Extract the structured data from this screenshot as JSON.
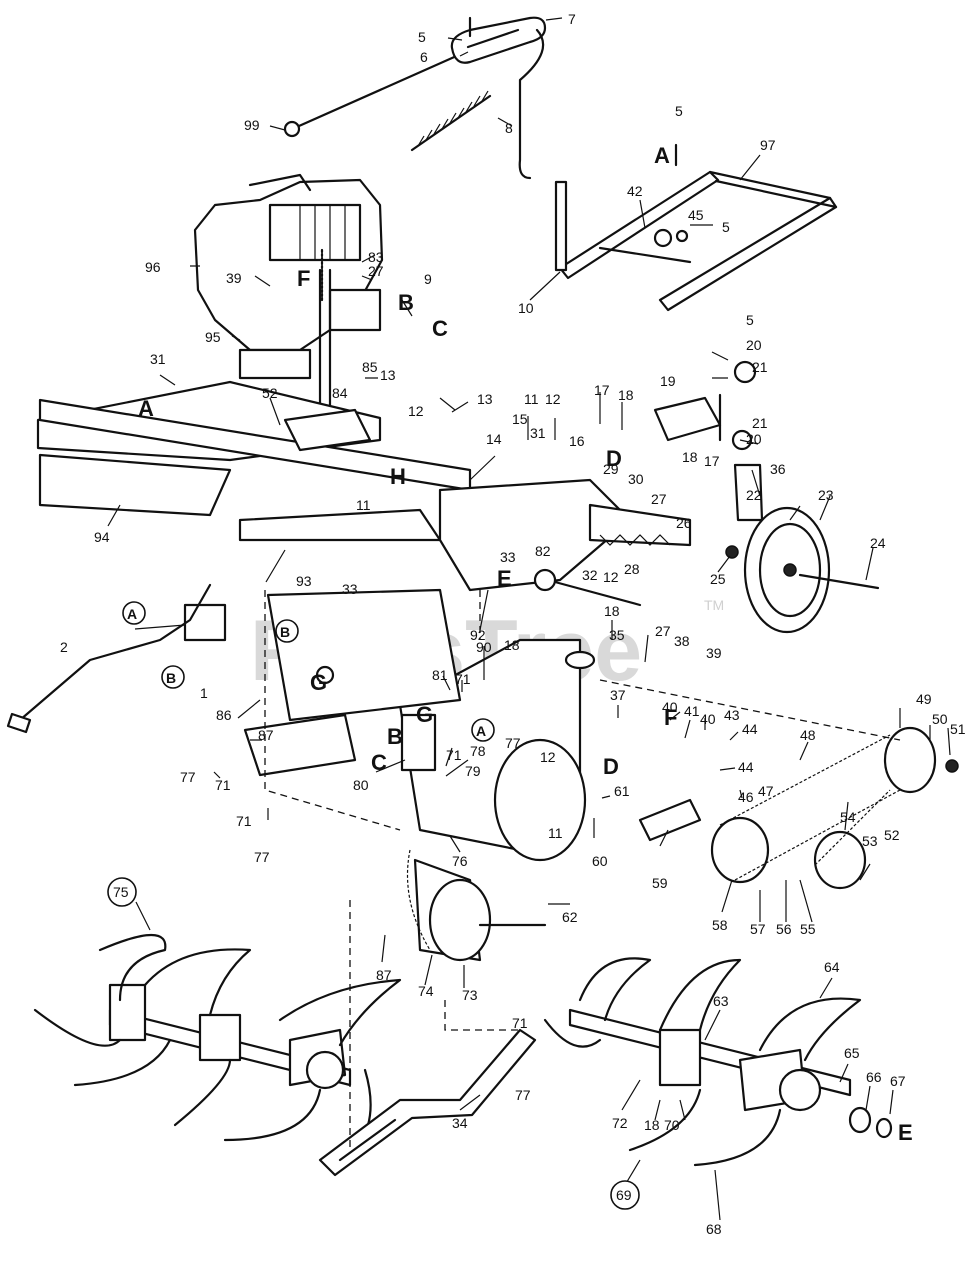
{
  "watermark": {
    "text": "PartsTree",
    "tm": "TM"
  },
  "letters": [
    "A",
    "B",
    "C",
    "D",
    "E",
    "F",
    "G",
    "H"
  ],
  "callouts": [
    {
      "id": "5"
    },
    {
      "id": "6"
    },
    {
      "id": "7"
    },
    {
      "id": "99"
    },
    {
      "id": "8"
    },
    {
      "id": "97"
    },
    {
      "id": "42"
    },
    {
      "id": "45"
    },
    {
      "id": "10"
    },
    {
      "id": "96"
    },
    {
      "id": "39"
    },
    {
      "id": "83"
    },
    {
      "id": "27"
    },
    {
      "id": "9"
    },
    {
      "id": "95"
    },
    {
      "id": "85"
    },
    {
      "id": "13"
    },
    {
      "id": "31"
    },
    {
      "id": "52"
    },
    {
      "id": "84"
    },
    {
      "id": "12"
    },
    {
      "id": "11"
    },
    {
      "id": "14"
    },
    {
      "id": "17"
    },
    {
      "id": "18"
    },
    {
      "id": "19"
    },
    {
      "id": "20"
    },
    {
      "id": "21"
    },
    {
      "id": "22"
    },
    {
      "id": "36"
    },
    {
      "id": "23"
    },
    {
      "id": "24"
    },
    {
      "id": "25"
    },
    {
      "id": "15"
    },
    {
      "id": "16"
    },
    {
      "id": "29"
    },
    {
      "id": "30"
    },
    {
      "id": "26"
    },
    {
      "id": "28"
    },
    {
      "id": "32"
    },
    {
      "id": "33"
    },
    {
      "id": "82"
    },
    {
      "id": "94"
    },
    {
      "id": "93"
    },
    {
      "id": "92"
    },
    {
      "id": "35"
    },
    {
      "id": "2"
    },
    {
      "id": "1"
    },
    {
      "id": "86"
    },
    {
      "id": "90"
    },
    {
      "id": "81"
    },
    {
      "id": "71"
    },
    {
      "id": "38"
    },
    {
      "id": "37"
    },
    {
      "id": "40"
    },
    {
      "id": "41"
    },
    {
      "id": "43"
    },
    {
      "id": "44"
    },
    {
      "id": "49"
    },
    {
      "id": "50"
    },
    {
      "id": "51"
    },
    {
      "id": "48"
    },
    {
      "id": "87"
    },
    {
      "id": "77"
    },
    {
      "id": "80"
    },
    {
      "id": "78"
    },
    {
      "id": "79"
    },
    {
      "id": "46"
    },
    {
      "id": "47"
    },
    {
      "id": "61"
    },
    {
      "id": "60"
    },
    {
      "id": "59"
    },
    {
      "id": "54"
    },
    {
      "id": "53"
    },
    {
      "id": "58"
    },
    {
      "id": "57"
    },
    {
      "id": "56"
    },
    {
      "id": "55"
    },
    {
      "id": "76"
    },
    {
      "id": "62"
    },
    {
      "id": "74"
    },
    {
      "id": "73"
    },
    {
      "id": "75"
    },
    {
      "id": "64"
    },
    {
      "id": "63"
    },
    {
      "id": "65"
    },
    {
      "id": "66"
    },
    {
      "id": "67"
    },
    {
      "id": "72"
    },
    {
      "id": "70"
    },
    {
      "id": "34"
    },
    {
      "id": "69"
    },
    {
      "id": "68"
    }
  ]
}
